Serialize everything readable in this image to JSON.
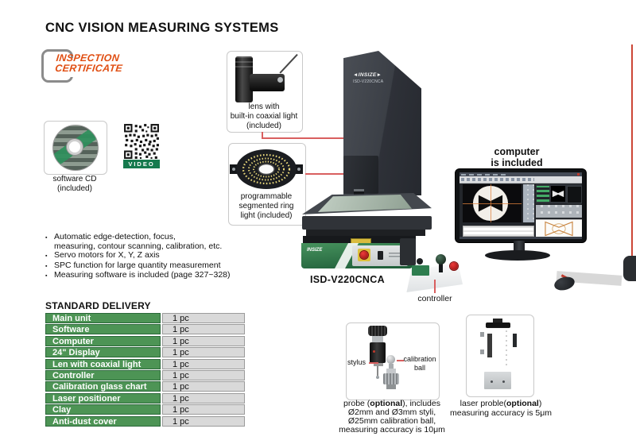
{
  "page": {
    "title": "CNC VISION MEASURING SYSTEMS"
  },
  "badge": {
    "line1": "INSPECTION",
    "line2": "CERTIFICATE"
  },
  "software_cd": {
    "caption_line1": "software CD",
    "caption_line2": "(included)"
  },
  "video": {
    "label": "VIDEO"
  },
  "callouts": {
    "lens_line1": "lens with",
    "lens_line2": "built-in coaxial light",
    "lens_line3": "(included)",
    "ring_line1": "programmable",
    "ring_line2": "segmented ring",
    "ring_line3": "light (included)",
    "computer_line1": "computer",
    "computer_line2": "is included",
    "controller": "controller",
    "stylus": "stylus",
    "calibration_line1": "calibration",
    "calibration_line2": "ball"
  },
  "machine": {
    "brand": "◄INSIZE►",
    "model": "ISD-V220CNCA",
    "base_brand": "INSIZE",
    "model_label": "ISD-V220CNCA"
  },
  "features": {
    "bullet": "▪",
    "items": [
      "Automatic edge-detection, focus,\nmeasuring, contour scanning, calibration, etc.",
      "Servo motors for X, Y, Z axis",
      "SPC function for large quantity measurement",
      "Measuring software is included (page 327~328)"
    ]
  },
  "standard_delivery": {
    "heading": "STANDARD DELIVERY",
    "rows": [
      {
        "item": "Main unit",
        "qty": "1 pc"
      },
      {
        "item": "Software",
        "qty": "1 pc"
      },
      {
        "item": "Computer",
        "qty": "1 pc"
      },
      {
        "item": "24\" Display",
        "qty": "1 pc"
      },
      {
        "item": "Len with coaxial light",
        "qty": "1 pc"
      },
      {
        "item": "Controller",
        "qty": "1 pc"
      },
      {
        "item": "Calibration glass chart",
        "qty": "1 pc"
      },
      {
        "item": "Laser positioner",
        "qty": "1 pc"
      },
      {
        "item": "Clay",
        "qty": "1 pc"
      },
      {
        "item": "Anti-dust cover",
        "qty": "1 pc"
      }
    ]
  },
  "optional": {
    "probe": {
      "cap1_pre": "probe (",
      "cap1_bold": "optional",
      "cap1_post": "), includes",
      "cap2": "Ø2mm and Ø3mm styli,",
      "cap3": "Ø25mm calibration ball,",
      "cap4": "measuring accuracy is 10μm"
    },
    "laser": {
      "cap1_pre": "laser proble(",
      "cap1_bold": "optional",
      "cap1_post": ")",
      "cap2": "measuring accuracy is 5μm"
    }
  },
  "colors": {
    "table_green": "#4d9455",
    "insize_green": "#167a4e",
    "badge_orange": "#e04e12",
    "callout_red": "#d95f5f"
  }
}
